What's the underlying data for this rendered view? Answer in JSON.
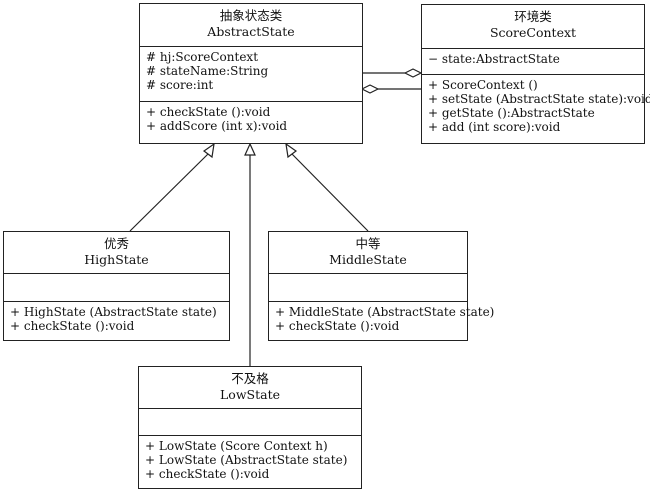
{
  "classes": {
    "abstract": {
      "cn": "抽象状态类",
      "en": "AbstractState",
      "attributes": [
        "# hj:ScoreContext",
        "# stateName:String",
        "# score:int"
      ],
      "methods": [
        "+ checkState ():void",
        "+ addScore (int x):void"
      ]
    },
    "context": {
      "cn": "环境类",
      "en": "ScoreContext",
      "attributes": [
        "− state:AbstractState"
      ],
      "methods": [
        "+ ScoreContext ()",
        "+ setState (AbstractState state):void",
        "+ getState ():AbstractState",
        "+ add (int score):void"
      ]
    },
    "high": {
      "cn": "优秀",
      "en": "HighState",
      "methods": [
        "+ HighState (AbstractState state)",
        "+ checkState ():void"
      ]
    },
    "middle": {
      "cn": "中等",
      "en": "MiddleState",
      "methods": [
        "+ MiddleState (AbstractState state)",
        "+ checkState ():void"
      ]
    },
    "low": {
      "cn": "不及格",
      "en": "LowState",
      "methods": [
        "+ LowState (Score Context h)",
        "+ LowState (AbstractState state)",
        "+ checkState ():void"
      ]
    }
  }
}
